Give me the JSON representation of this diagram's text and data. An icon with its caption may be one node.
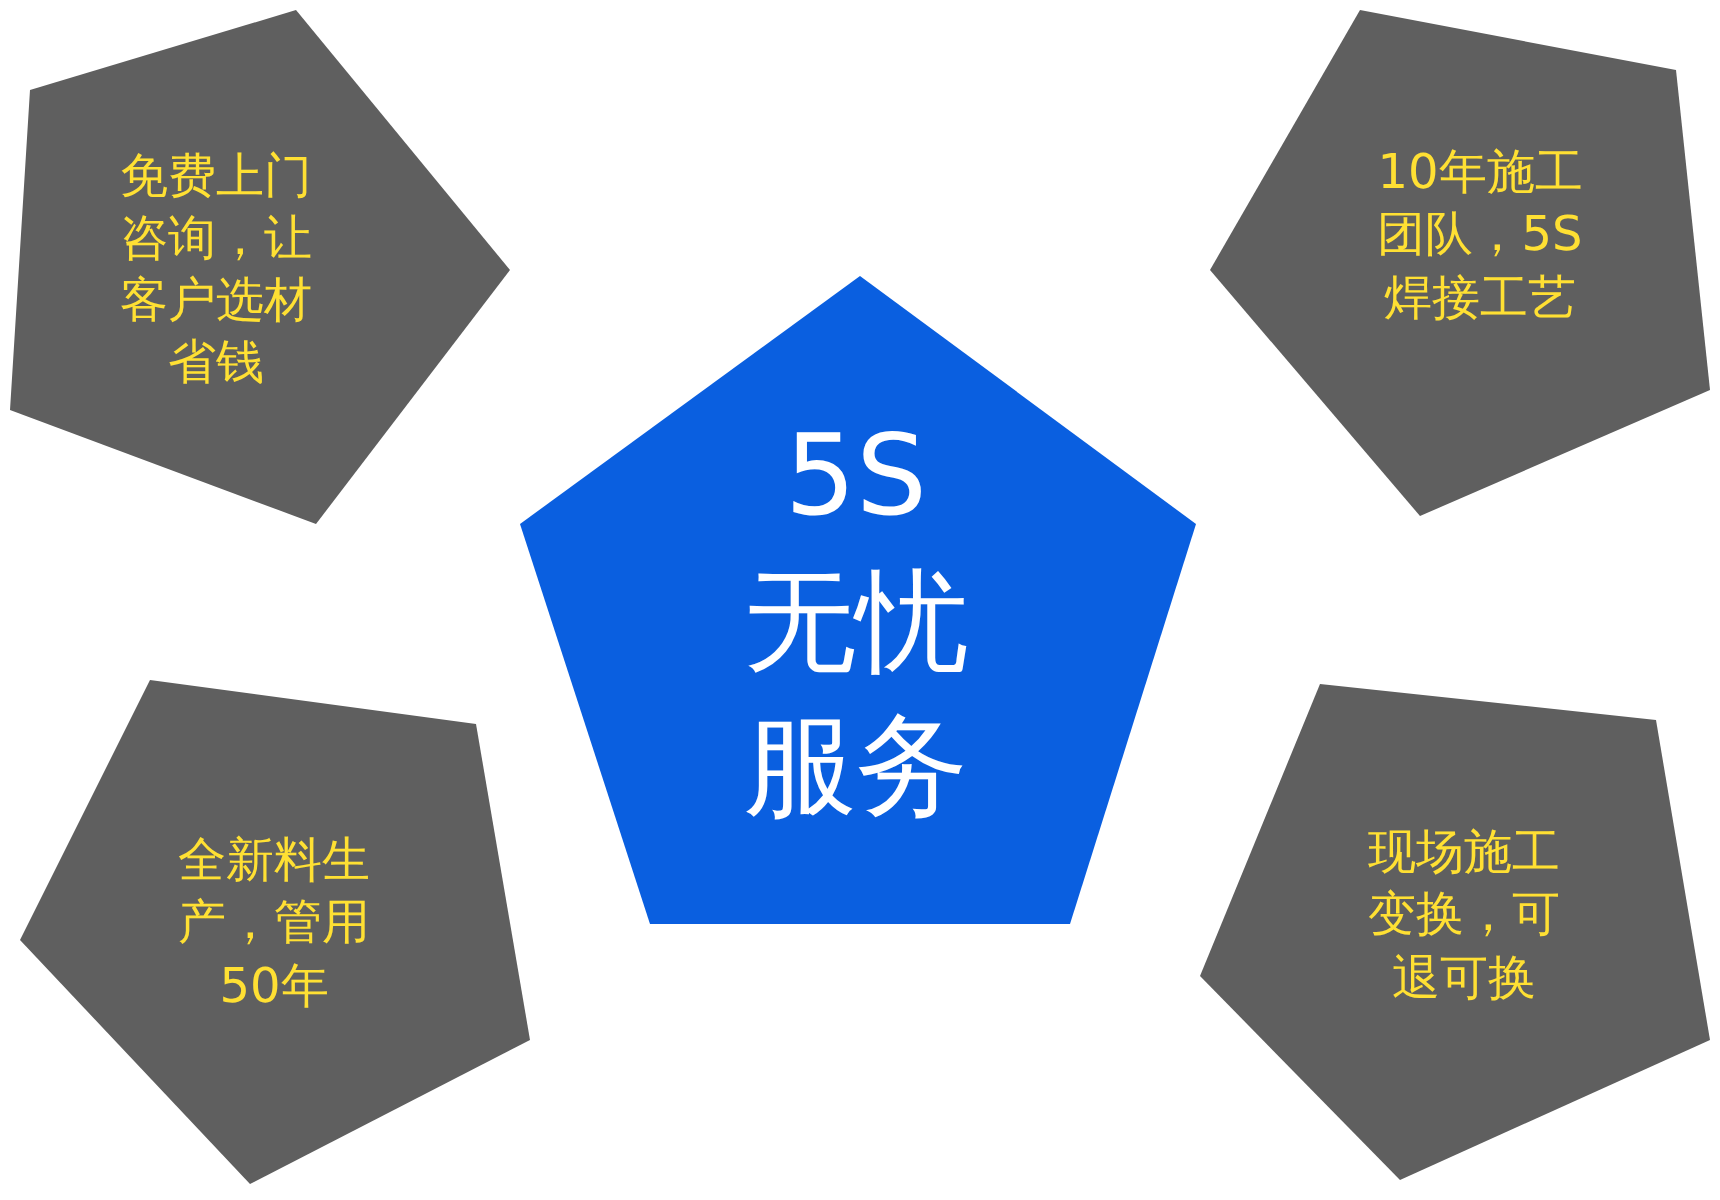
{
  "diagram": {
    "nodes": [
      {
        "text": [
          "免费上门咨询，让客户选材省钱"
        ]
      },
      {
        "text": [
          "10年施工团队，5S焊接工艺"
        ]
      },
      {
        "text": [
          "5S",
          "无忧",
          "服务"
        ]
      },
      {
        "text": [
          "全新料生产，管用50年"
        ]
      },
      {
        "text": [
          "现场施工变换，可退可换"
        ]
      }
    ]
  }
}
